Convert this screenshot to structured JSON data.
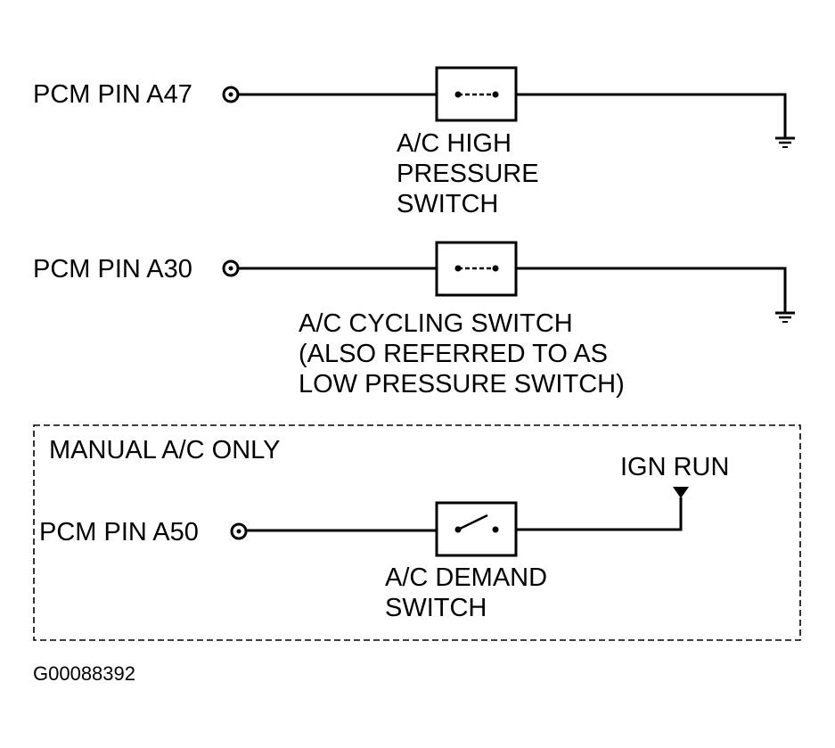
{
  "circuit_high_pressure": {
    "pin_label": "PCM PIN A47",
    "switch_label": [
      "A/C HIGH",
      "PRESSURE",
      "SWITCH"
    ],
    "switch_state": "closed",
    "termination": "ground"
  },
  "circuit_cycling": {
    "pin_label": "PCM PIN A30",
    "switch_label": [
      "A/C CYCLING SWITCH",
      "(ALSO REFERRED TO AS",
      "LOW PRESSURE SWITCH)"
    ],
    "switch_state": "closed",
    "termination": "ground"
  },
  "circuit_demand": {
    "group_label": "MANUAL A/C ONLY",
    "pin_label": "PCM PIN A50",
    "switch_label": [
      "A/C DEMAND",
      "SWITCH"
    ],
    "switch_state": "open",
    "supply_label": "IGN RUN"
  },
  "figure_id": "G00088392",
  "colors": {
    "ink": "#000000",
    "background": "#ffffff"
  }
}
